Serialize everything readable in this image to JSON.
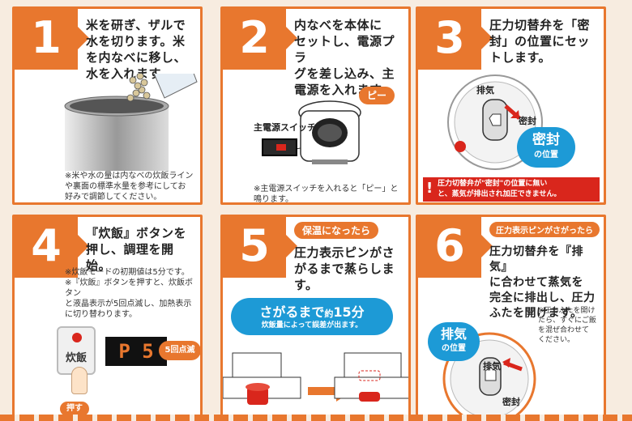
{
  "steps": [
    {
      "number": "1",
      "text": "米を研ぎ、ザルで\n水を切ります。米\nを内なべに移し、\n水を入れます。",
      "note": "※米や水の量は内なべの炊飯ライン\nや裏面の標準水量を参考にしてお\n好みで調節してください。"
    },
    {
      "number": "2",
      "text": "内なべを本体に\nセットし、電源プラ\nグを差し込み、主\n電源を入れます。",
      "beep": "ピー",
      "switch_label": "主電源スイッチ",
      "note": "※主電源スイッチを入れると「ピー」と\n鳴ります。"
    },
    {
      "number": "3",
      "text": "圧力切替弁を「密\n封」の位置にセッ\nトします。",
      "exhaust": "排気",
      "seal": "密封",
      "cloud_main": "密封",
      "cloud_sub": "の位置",
      "warning_icon": "!",
      "warning": "圧力切替弁が\"密封\"の位置に無い\nと、蒸気が排出され加圧できません。"
    },
    {
      "number": "4",
      "text": "『炊飯』ボタンを\n押し、調理を開始。",
      "note": "※炊飯モードの初期値は5分です。\n※『炊飯』ボタンを押すと、炊飯ボタン\nと液晶表示が5回点滅し、加熱表示\nに切り替わります。",
      "button_label": "炊飯",
      "press_label": "押す",
      "display": "P 5",
      "blink": "5回点滅"
    },
    {
      "number": "5",
      "tag": "保温になったら",
      "text": "圧力表示ピンがさ\nがるまで蒸らします。",
      "banner_main": "さがるまで",
      "banner_approx": "約",
      "banner_min": "15分",
      "banner_sub": "炊飯量によって誤差が出ます。"
    },
    {
      "number": "6",
      "tag": "圧力表示ピンがさがったら",
      "text": "圧力切替弁を『排気』\nに合わせて蒸気を\n完全に排出し、圧力\nふたを開けます。",
      "note": "※圧力ふたを開け\nたら、すぐにご飯\nを混ぜ合わせて\nください。",
      "cloud_main": "排気",
      "cloud_sub": "の位置",
      "exhaust": "排気",
      "seal": "密封"
    }
  ],
  "colors": {
    "accent": "#e8772e",
    "blue": "#1d9ad6",
    "warning": "#d9261c",
    "background": "#f7ece0"
  }
}
